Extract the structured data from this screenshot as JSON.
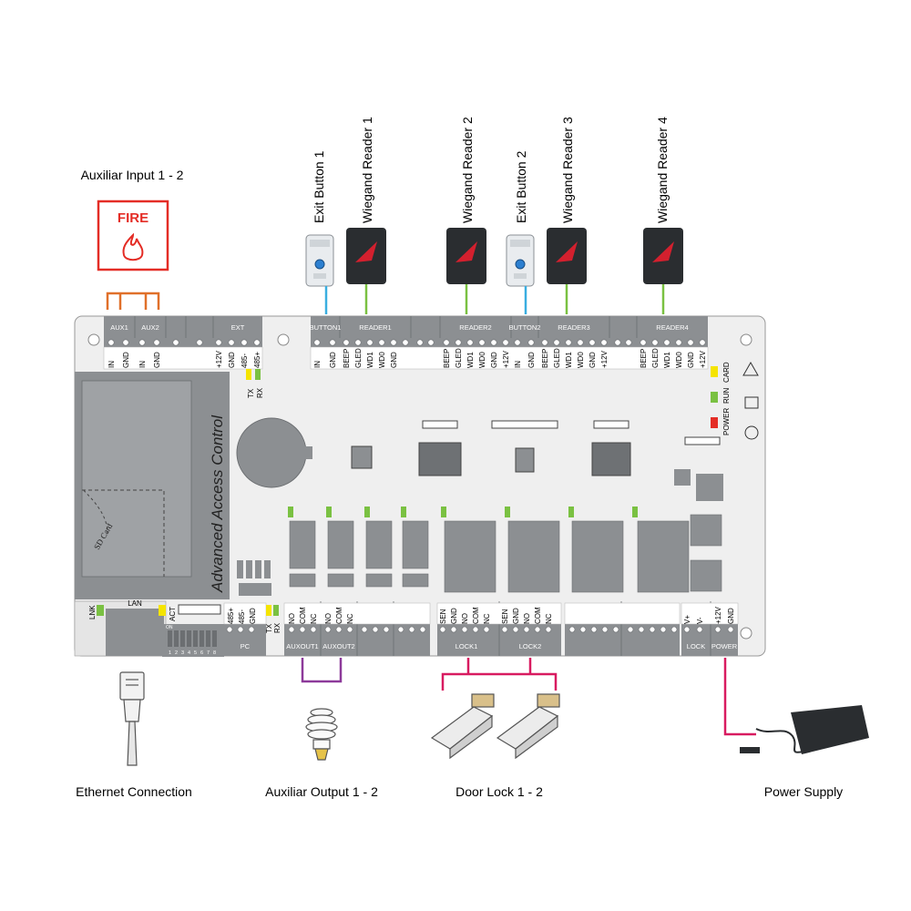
{
  "labels": {
    "auxiliar_input": "Auxiliar Input 1 - 2",
    "fire": "FIRE",
    "exit_button_1": "Exit Button 1",
    "wiegand_reader_1": "Wiegand Reader 1",
    "wiegand_reader_2": "Wiegand Reader 2",
    "exit_button_2": "Exit Button 2",
    "wiegand_reader_3": "Wiegand Reader 3",
    "wiegand_reader_4": "Wiegand Reader 4",
    "ethernet": "Ethernet Connection",
    "aux_output": "Auxiliar Output 1 - 2",
    "door_lock": "Door Lock 1 - 2",
    "power_supply": "Power Supply"
  },
  "board": {
    "brand_text": "Advanced Access Control",
    "sd_card": "SD Card",
    "headers": {
      "aux1": "AUX1",
      "aux2": "AUX2",
      "ext": "EXT",
      "button1": "BUTTON1",
      "reader1": "READER1",
      "reader2": "READER2",
      "button2": "BUTTON2",
      "reader3": "READER3",
      "reader4": "READER4",
      "lan": "LAN",
      "pc": "PC",
      "auxout1": "AUXOUT1",
      "auxout2": "AUXOUT2",
      "lock1": "LOCK1",
      "lock2": "LOCK2",
      "lock": "LOCK",
      "power": "POWER"
    },
    "pins": {
      "in": "IN",
      "gnd": "GND",
      "p12v": "+12V",
      "r485n": "485-",
      "r485p": "485+",
      "beep": "BEEP",
      "gled": "GLED",
      "wd1": "WD1",
      "wd0": "WD0",
      "no": "NO",
      "com": "COM",
      "nc": "NC",
      "sen": "SEN",
      "vplus": "V+",
      "vminus": "V-"
    },
    "leds": {
      "tx": "TX",
      "rx": "RX",
      "lnk": "LNK",
      "act": "ACT",
      "card": "CARD",
      "run": "RUN",
      "power": "POWER",
      "on": "ON"
    },
    "dip_numbers": [
      "1",
      "2",
      "3",
      "4",
      "5",
      "6",
      "7",
      "8"
    ]
  },
  "colors": {
    "fire_red": "#e42d26",
    "aux_in_wire": "#e0702a",
    "exit_wire": "#3aaee0",
    "reader_wire": "#7ac142",
    "aux_out_wire": "#8d3a9a",
    "lock_wire": "#d81b60",
    "power_wire": "#d81b60",
    "led_green": "#7ac142",
    "led_yellow": "#f5e400",
    "led_red": "#e42d26"
  }
}
